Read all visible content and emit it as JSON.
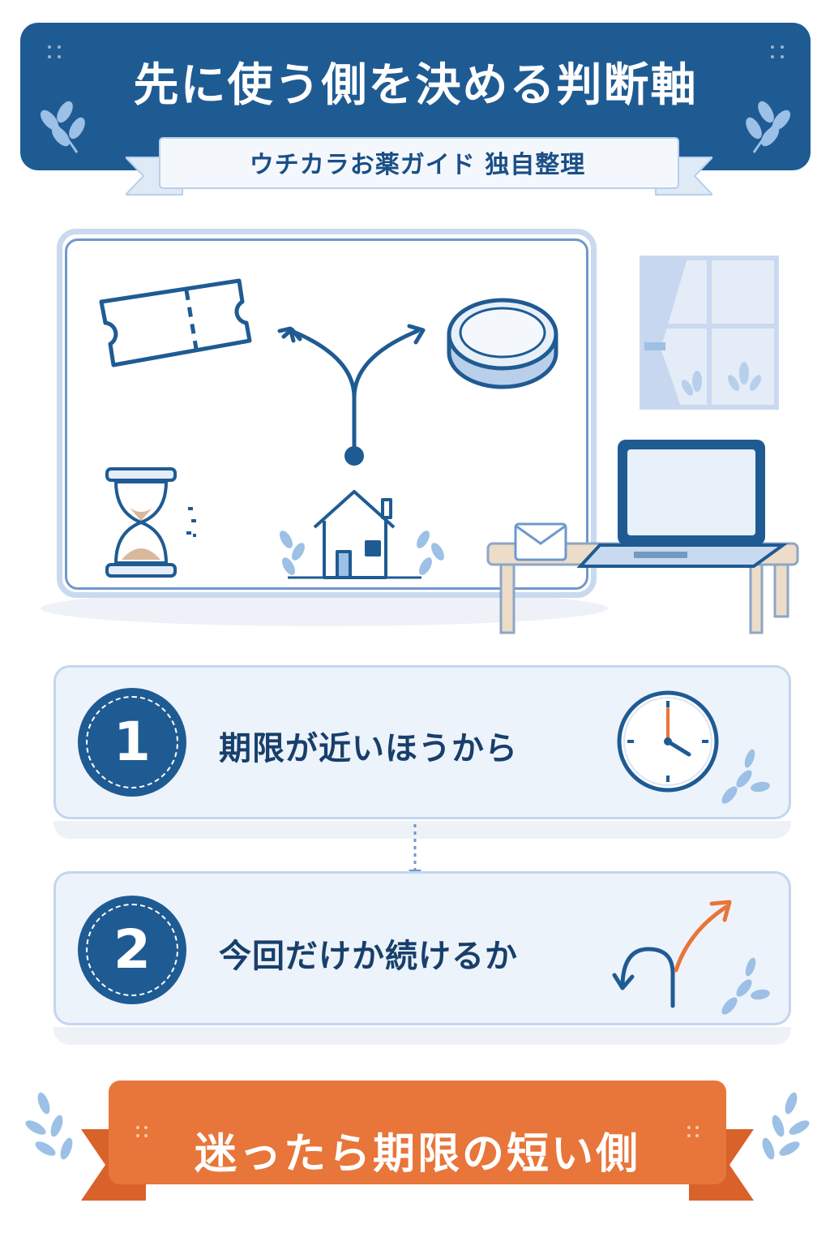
{
  "header": {
    "title": "先に使う側を決める判断軸",
    "subtitle": "ウチカラお薬ガイド 独自整理"
  },
  "scene": {
    "icons": [
      "ticket-icon",
      "coin-icon",
      "fork-arrow-icon",
      "hourglass-icon",
      "house-icon",
      "window-icon",
      "laptop-icon",
      "envelope-icon",
      "desk-icon"
    ]
  },
  "steps": [
    {
      "number": "1",
      "label": "期限が近いほうから",
      "icon": "clock-icon"
    },
    {
      "number": "2",
      "label": "今回だけか続けるか",
      "icon": "u-turn-arrow-icon"
    }
  ],
  "footer": {
    "label": "迷ったら期限の短い側"
  },
  "colors": {
    "primary": "#1f5b93",
    "card_bg": "#edf3fb",
    "accent_orange": "#e8753a",
    "light_blue": "#c9d9ef"
  }
}
